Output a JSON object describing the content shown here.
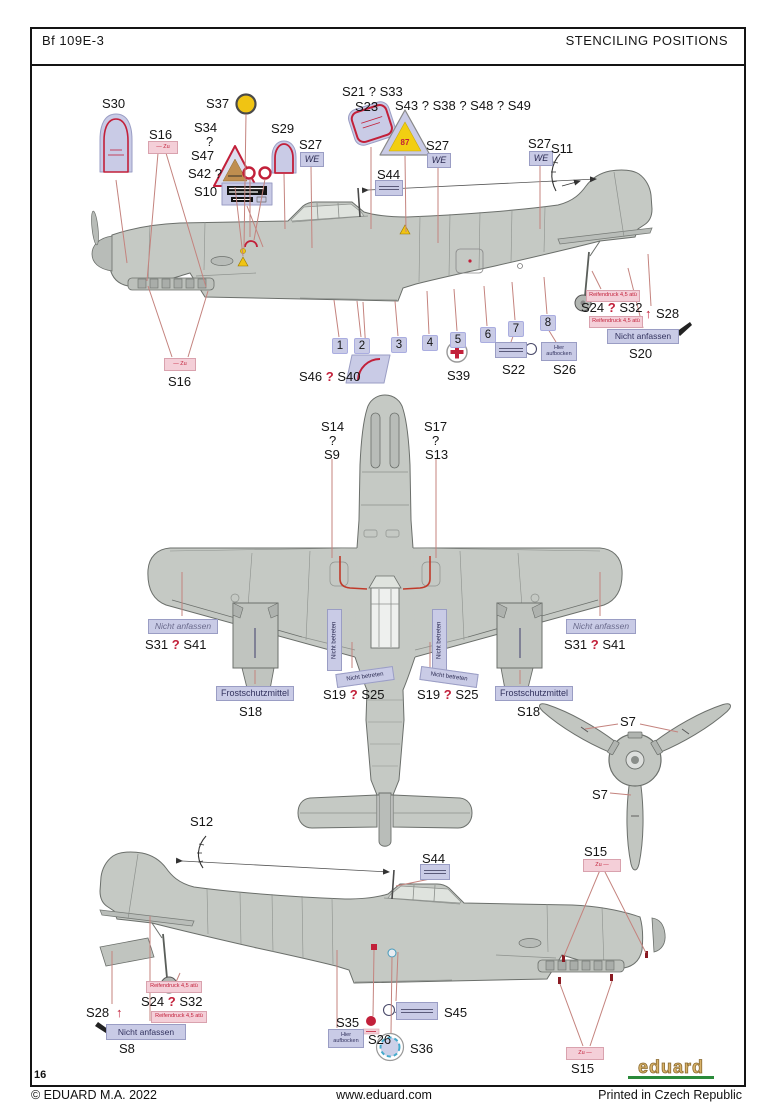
{
  "header": {
    "model": "Bf 109E-3",
    "title": "STENCILING POSITIONS"
  },
  "labels": {
    "q": "?",
    "s7": "S7",
    "s8": "S8",
    "s9": "S9",
    "s10": "S10",
    "s11": "S11",
    "s12": "S12",
    "s13": "S13",
    "s14": "S14",
    "s15": "S15",
    "s16": "S16",
    "s17": "S17",
    "s18": "S18",
    "s19": "S19",
    "s20": "S20",
    "s23": "S23",
    "s24": "S24",
    "s25": "S25",
    "s26": "S26",
    "s27": "S27",
    "s28": "S28",
    "s29": "S29",
    "s30": "S30",
    "s31": "S31",
    "s32": "S32",
    "s34": "S34",
    "s35": "S35",
    "s36": "S36",
    "s37": "S37",
    "s39": "S39",
    "s40": "S40",
    "s41": "S41",
    "s42_q": "S42 ?",
    "s44": "S44",
    "s45": "S45",
    "s46": "S46",
    "s47": "S47",
    "s21_s33": "S21 ? S33",
    "s43_row": "S43 ? S38 ? S48 ? S49"
  },
  "badges": {
    "we": "WE",
    "zu_s16": "— Zu",
    "zu_s15": "Zu —",
    "nicht_anfassen": "Nicht anfassen",
    "nicht_betreten": "Nicht betreten",
    "frostschutzmittel": "Frostschutzmittel",
    "hier_aufbocken": "Hier aufbocken",
    "reifendruck": "Reifendruck 4,5 atü",
    "octane": "87"
  },
  "icons": {
    "up_arrow": "↑"
  },
  "callout_numbers": [
    "1",
    "2",
    "3",
    "4",
    "5",
    "6",
    "7",
    "8"
  ],
  "footer": {
    "page": "16",
    "copyright": "© EDUARD M.A. 2022",
    "website": "www.eduard.com",
    "printed": "Printed in Czech Republic",
    "logo": "eduard"
  },
  "colors": {
    "airframe": "#c5c9c4",
    "outline": "#6b6f6b",
    "leader": "#c4837e",
    "stencil_red": "#c2203a",
    "lavender": "#c9cbe6",
    "pink": "#f4cfd8",
    "yellow": "#f0c413",
    "walkway_red": "#c03a2a"
  }
}
